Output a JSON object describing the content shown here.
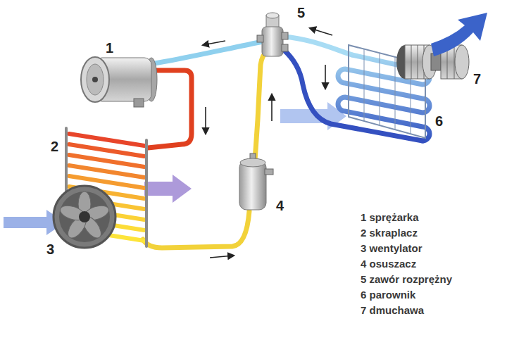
{
  "diagram": {
    "labels": [
      "1",
      "2",
      "3",
      "4",
      "5",
      "6",
      "7",
      "1 sprężarka",
      "2 skraplacz",
      "3 wentylator",
      "4 osuszacz",
      "5 zawór rozprężny",
      "6 parownik",
      "7 dmuchawa"
    ]
  }
}
